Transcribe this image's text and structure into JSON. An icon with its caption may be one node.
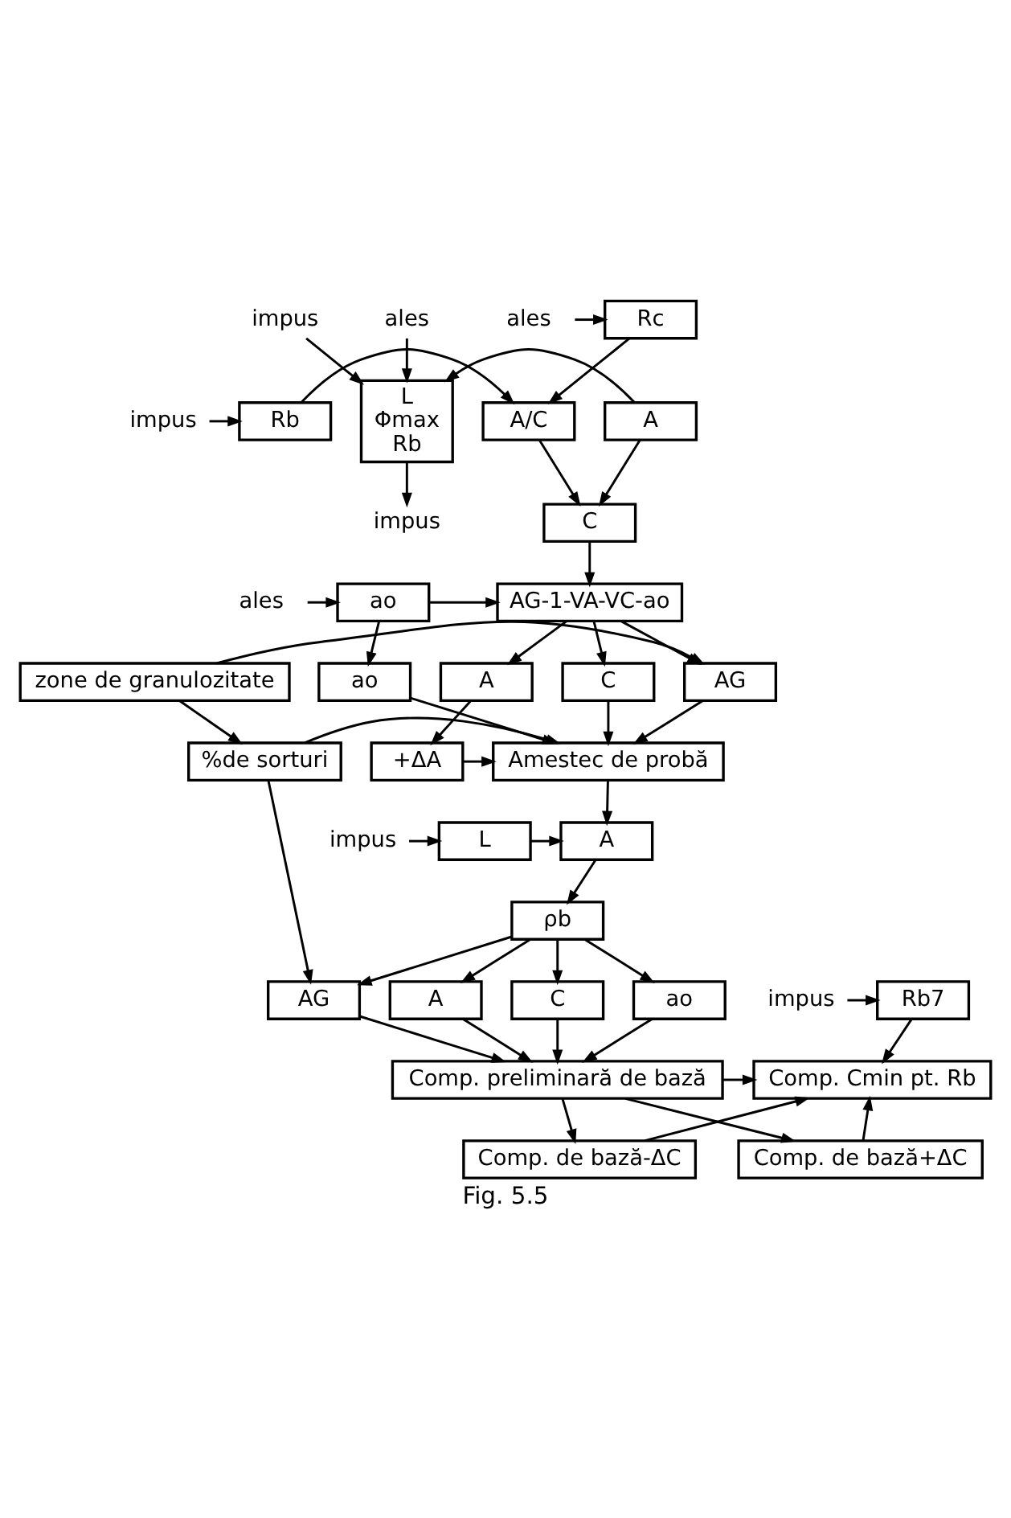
{
  "diagram": {
    "caption": "Fig. 5.5",
    "nodes": [
      {
        "text": [
          "impus"
        ]
      },
      {
        "text": [
          "Rb"
        ]
      },
      {
        "text": [
          "ales"
        ]
      },
      {
        "text": [
          "Rc"
        ]
      },
      {
        "text": [
          "A/C"
        ]
      },
      {
        "text": [
          "impus"
        ]
      },
      {
        "text": [
          "ales"
        ]
      },
      {
        "text": [
          "impus"
        ]
      },
      {
        "text": [
          "L",
          "Φmax",
          "Rb"
        ]
      },
      {
        "text": [
          "A"
        ]
      },
      {
        "text": [
          "C"
        ]
      },
      {
        "text": [
          "ales"
        ]
      },
      {
        "text": [
          "ao"
        ]
      },
      {
        "text": [
          "AG-1-VA-VC-ao"
        ]
      },
      {
        "text": [
          "ao"
        ]
      },
      {
        "text": [
          "A"
        ]
      },
      {
        "text": [
          "C"
        ]
      },
      {
        "text": [
          "AG"
        ]
      },
      {
        "text": [
          "zone de granulozitate"
        ]
      },
      {
        "text": [
          "+ΔA"
        ]
      },
      {
        "text": [
          "Amestec de probă"
        ]
      },
      {
        "text": [
          "%de sorturi"
        ]
      },
      {
        "text": [
          "impus"
        ]
      },
      {
        "text": [
          "L"
        ]
      },
      {
        "text": [
          "A"
        ]
      },
      {
        "text": [
          "ρb"
        ]
      },
      {
        "text": [
          "A"
        ]
      },
      {
        "text": [
          "C"
        ]
      },
      {
        "text": [
          "ao"
        ]
      },
      {
        "text": [
          "AG"
        ]
      },
      {
        "text": [
          "Comp. preliminară de bază"
        ]
      },
      {
        "text": [
          "Comp. de bază+ΔC"
        ]
      },
      {
        "text": [
          "Comp. de bază-ΔC"
        ]
      },
      {
        "text": [
          "Comp. Cmin pt. Rb"
        ]
      },
      {
        "text": [
          "Rb7"
        ]
      },
      {
        "text": [
          "impus"
        ]
      }
    ],
    "edges": [
      {
        "from": 0,
        "to": 1,
        "arrow": "to"
      },
      {
        "from": 2,
        "to": 3,
        "arrow": "to"
      },
      {
        "from": 1,
        "to": 4,
        "arrow": "to"
      },
      {
        "from": 3,
        "to": 4,
        "arrow": "to"
      },
      {
        "from": 5,
        "to": 8,
        "arrow": "to"
      },
      {
        "from": 6,
        "to": 8,
        "arrow": "to"
      },
      {
        "from": 8,
        "to": 7,
        "arrow": "to"
      },
      {
        "from": 9,
        "to": 8,
        "arrow": "to"
      },
      {
        "from": 4,
        "to": 10,
        "arrow": "to"
      },
      {
        "from": 9,
        "to": 10,
        "arrow": "to"
      },
      {
        "from": 10,
        "to": 13,
        "arrow": "to"
      },
      {
        "from": 11,
        "to": 12,
        "arrow": "to"
      },
      {
        "from": 12,
        "to": 13,
        "arrow": "to"
      },
      {
        "from": 12,
        "to": 14,
        "arrow": "to"
      },
      {
        "from": 13,
        "to": 15,
        "arrow": "to"
      },
      {
        "from": 13,
        "to": 16,
        "arrow": "to"
      },
      {
        "from": 13,
        "to": 17,
        "arrow": "to"
      },
      {
        "from": 18,
        "to": 17,
        "arrow": "to"
      },
      {
        "from": 14,
        "to": 20,
        "arrow": "to"
      },
      {
        "from": 15,
        "to": 19,
        "arrow": "to"
      },
      {
        "from": 16,
        "to": 20,
        "arrow": "to"
      },
      {
        "from": 17,
        "to": 20,
        "arrow": "to"
      },
      {
        "from": 19,
        "to": 20,
        "arrow": "to"
      },
      {
        "from": 18,
        "to": 21,
        "arrow": "to"
      },
      {
        "from": 21,
        "to": 20,
        "arrow": "to"
      },
      {
        "from": 20,
        "to": 24,
        "arrow": "to"
      },
      {
        "from": 22,
        "to": 23,
        "arrow": "to"
      },
      {
        "from": 23,
        "to": 24,
        "arrow": "to"
      },
      {
        "from": 24,
        "to": 25,
        "arrow": "to"
      },
      {
        "from": 21,
        "to": 29,
        "arrow": "to"
      },
      {
        "from": 25,
        "to": 26,
        "arrow": "to"
      },
      {
        "from": 25,
        "to": 27,
        "arrow": "to"
      },
      {
        "from": 25,
        "to": 28,
        "arrow": "to"
      },
      {
        "from": 25,
        "to": 29,
        "arrow": "to"
      },
      {
        "from": 26,
        "to": 30,
        "arrow": "to"
      },
      {
        "from": 27,
        "to": 30,
        "arrow": "to"
      },
      {
        "from": 28,
        "to": 30,
        "arrow": "to"
      },
      {
        "from": 29,
        "to": 30,
        "arrow": "to"
      },
      {
        "from": 30,
        "to": 33,
        "arrow": "to"
      },
      {
        "from": 30,
        "to": 31,
        "arrow": "to"
      },
      {
        "from": 30,
        "to": 32,
        "arrow": "to"
      },
      {
        "from": 31,
        "to": 33,
        "arrow": "to"
      },
      {
        "from": 32,
        "to": 33,
        "arrow": "to"
      },
      {
        "from": 34,
        "to": 33,
        "arrow": "to"
      },
      {
        "from": 35,
        "to": 34,
        "arrow": "to"
      }
    ]
  }
}
